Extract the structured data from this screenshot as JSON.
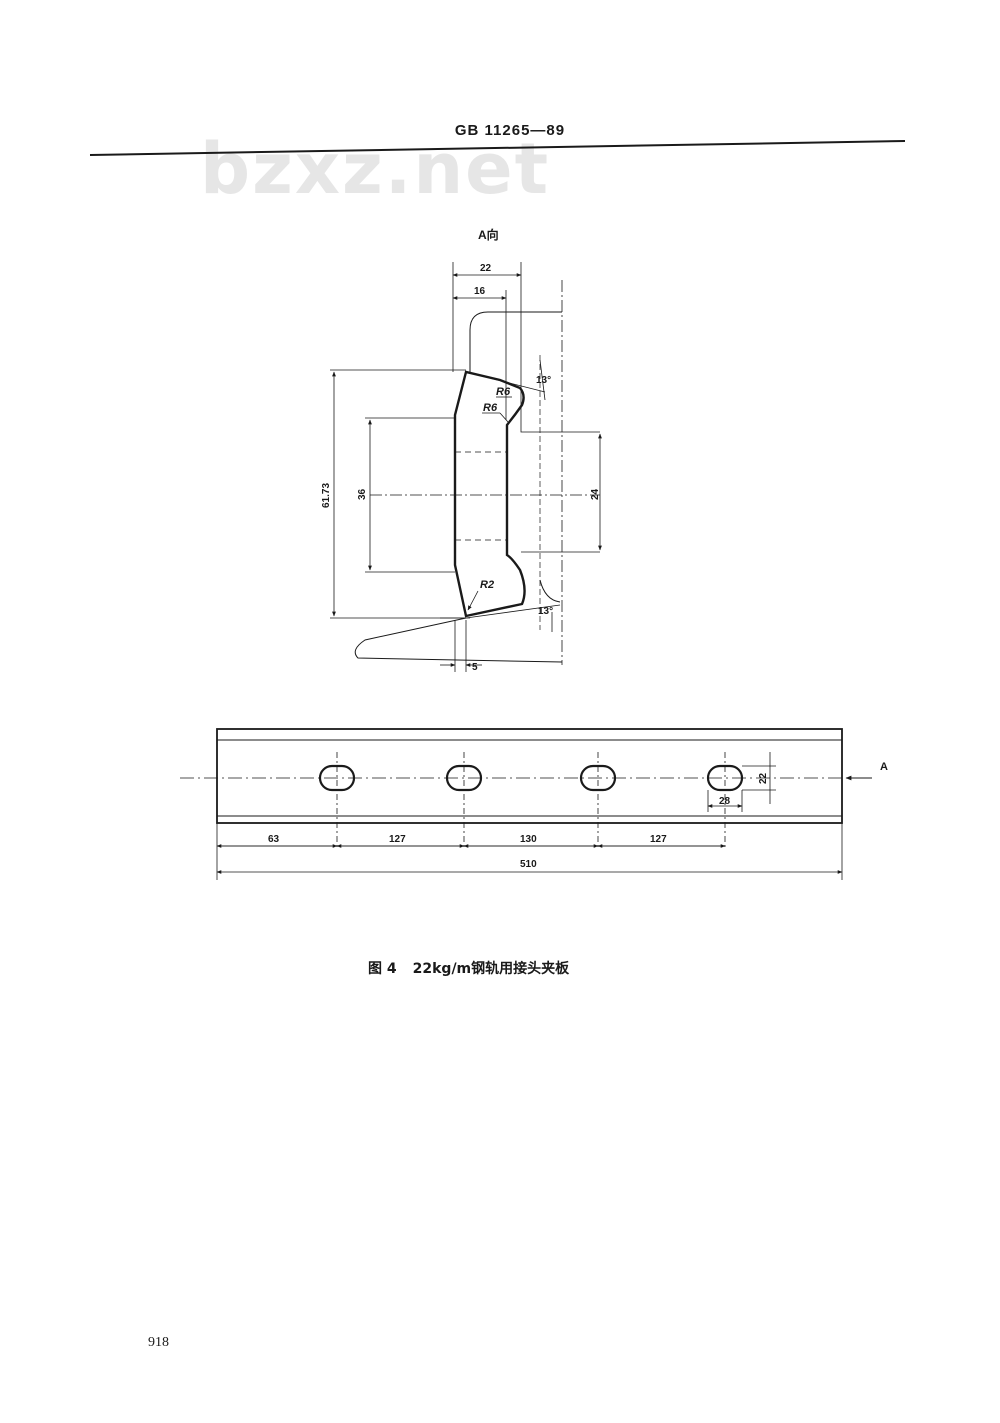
{
  "header": {
    "standard_code": "GB 11265—89"
  },
  "watermark": {
    "text": "bzxz.net"
  },
  "section_view": {
    "title": "A向",
    "dims": {
      "width_22": "22",
      "width_16": "16",
      "height_61_73": "61.73",
      "height_36": "36",
      "height_24": "24",
      "radius_r6_top": "R6",
      "radius_r6_mid": "R6",
      "radius_r2": "R2",
      "angle_top": "13°",
      "angle_bottom": "13°",
      "offset_5": "5"
    }
  },
  "plan_view": {
    "arrow_label": "A",
    "hole_height": "22",
    "hole_length": "28",
    "spacings": [
      "63",
      "127",
      "130",
      "127"
    ],
    "total_length": "510"
  },
  "caption": {
    "number": "图 4",
    "text": "22kg/m钢轨用接头夹板"
  },
  "page_number": "918"
}
